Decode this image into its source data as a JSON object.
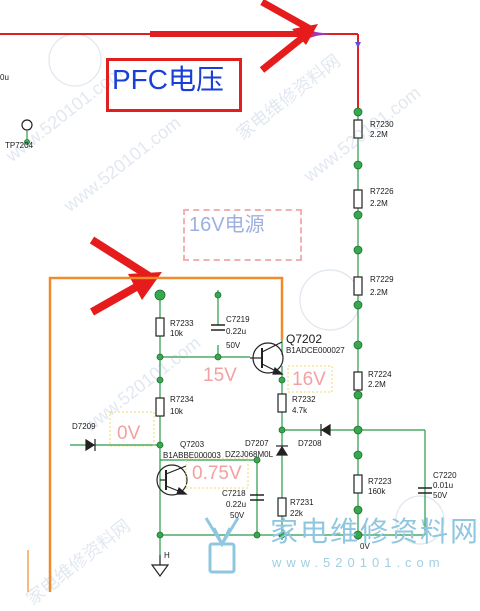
{
  "annotations": {
    "pfc_voltage": "PFC电压",
    "power_16v": "16V电源",
    "v15": "15V",
    "v16": "16V",
    "v0": "0V",
    "v075": "0.75V"
  },
  "test_points": {
    "tp7204": "TP7204",
    "left_cut_value": "0u"
  },
  "components": {
    "r7230": {
      "ref": "R7230",
      "value": "2.2M"
    },
    "r7226": {
      "ref": "R7226",
      "value": "2.2M"
    },
    "r7229": {
      "ref": "R7229",
      "value": "2.2M"
    },
    "r7224": {
      "ref": "R7224",
      "value": "2.2M"
    },
    "r7223": {
      "ref": "R7223",
      "value": "160k"
    },
    "r7233": {
      "ref": "R7233",
      "value": "10k"
    },
    "r7234": {
      "ref": "R7234",
      "value": "10k"
    },
    "r7232": {
      "ref": "R7232",
      "value": "4.7k"
    },
    "r7231": {
      "ref": "R7231",
      "value": "22k"
    },
    "c7219": {
      "ref": "C7219",
      "value": "0.22u",
      "rating": "50V"
    },
    "c7218": {
      "ref": "C7218",
      "value": "0.22u",
      "rating": "50V"
    },
    "c7220": {
      "ref": "C7220",
      "value": "0.01u",
      "rating": "50V"
    },
    "q7202": {
      "ref": "Q7202",
      "part": "B1ADCE000027"
    },
    "q7203": {
      "ref": "Q7203",
      "part": "B1ABBE000003"
    },
    "d7209": {
      "ref": "D7209"
    },
    "d7207": {
      "ref": "D7207",
      "part": "DZ2J068M0L"
    },
    "d7208": {
      "ref": "D7208"
    },
    "ground_label": "H",
    "node_0v": "0V"
  },
  "watermarks": {
    "site": "家电维修资料网",
    "url": "www.520101.com",
    "logo_text": "家电维修资料网",
    "logo_url": "www.520101.com"
  },
  "colors": {
    "wire": "#2a9a4a",
    "node": "#37a84c",
    "pfc_line": "#e02020",
    "supply_line": "#f08a2a",
    "arrow": "#e61b1b",
    "annotation_box": "#e02020",
    "pfc_text": "#1a3fd6",
    "voltage_text": "#f4a0a0"
  }
}
